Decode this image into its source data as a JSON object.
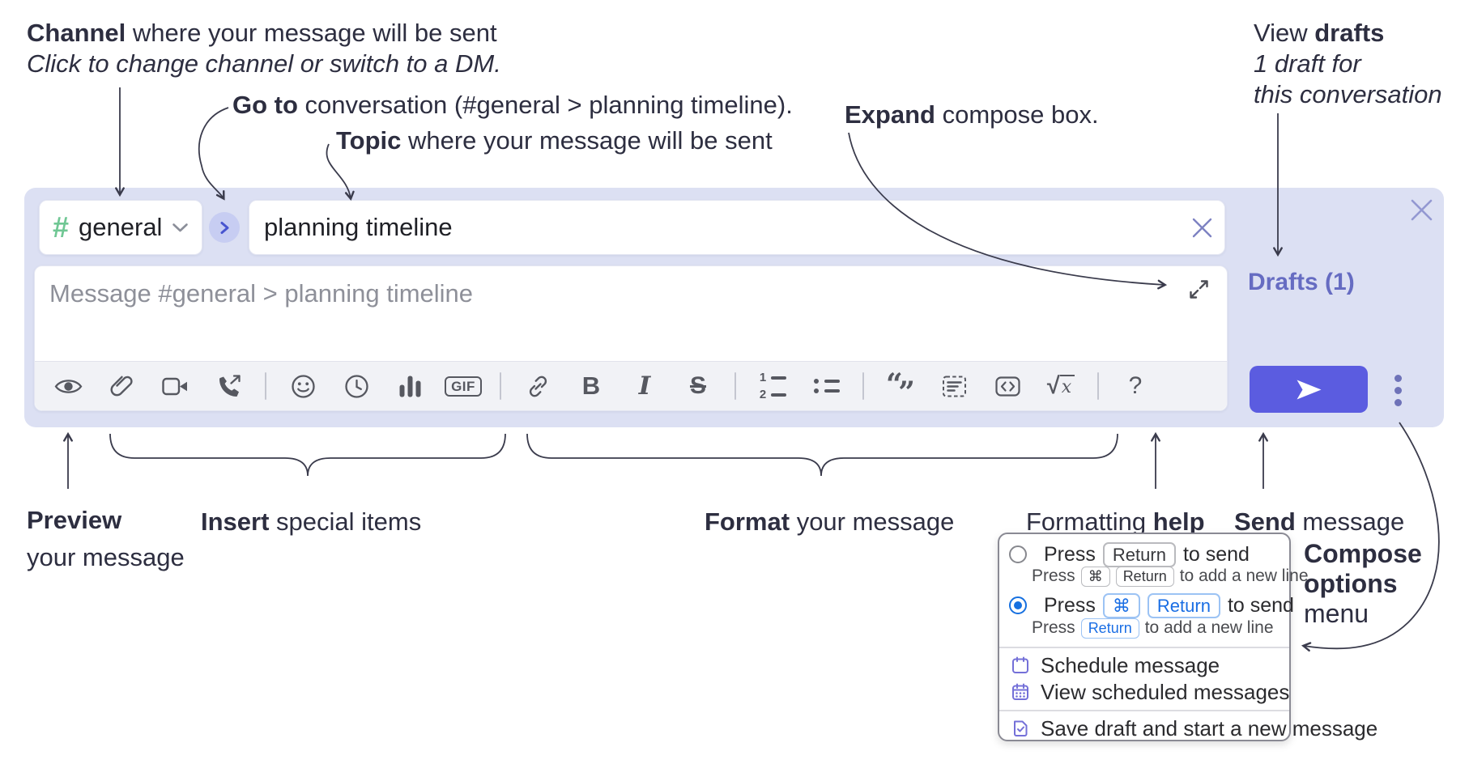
{
  "annotations": {
    "channel": {
      "bold": "Channel",
      "rest": " where your message will be sent",
      "italic_line": "Click to change channel or switch to a DM."
    },
    "goto": {
      "bold": "Go to",
      "rest": " conversation (#general > planning timeline)."
    },
    "topic": {
      "bold": "Topic",
      "rest": " where your message will be sent"
    },
    "expand": {
      "bold": "Expand",
      "rest": " compose box."
    },
    "view_drafts": {
      "line1_regular": "View ",
      "line1_bold": "drafts",
      "line2": "1 draft for",
      "line3": "this conversation"
    },
    "preview": {
      "bold": "Preview",
      "line2": "your message"
    },
    "insert": {
      "bold": "Insert",
      "rest": " special items"
    },
    "format": {
      "bold": "Format",
      "rest": " your message"
    },
    "help": {
      "regular": "Formatting ",
      "bold": "help"
    },
    "send": {
      "bold": "Send",
      "rest": " message"
    },
    "compose_options": {
      "line1": "Compose",
      "line2": "options",
      "line3": "menu"
    }
  },
  "compose": {
    "channel": {
      "hash": "#",
      "name": "general"
    },
    "topic": {
      "value": "planning timeline"
    },
    "message": {
      "placeholder": "Message #general > planning timeline"
    },
    "drafts_link": "Drafts (1)",
    "toolbar": {
      "bold": "B",
      "italic": "I",
      "strikethrough": "S",
      "gif": "GIF",
      "list_num1": "1",
      "list_num2": "2",
      "quote_open": "“",
      "quote_close": "”",
      "sqrt": "√",
      "sqrt_var": "x",
      "help": "?"
    }
  },
  "popup": {
    "option1": {
      "press": "Press",
      "key": "Return",
      "suffix": "to send",
      "sub_press": "Press",
      "sub_key_mod": "⌘",
      "sub_key": "Return",
      "sub_suffix": "to add a new line"
    },
    "option2": {
      "press": "Press",
      "key_mod": "⌘",
      "key": "Return",
      "suffix": "to send",
      "sub_press": "Press",
      "sub_key": "Return",
      "sub_suffix": "to add a new line"
    },
    "items": [
      {
        "label": "Schedule message"
      },
      {
        "label": "View scheduled messages"
      },
      {
        "label": "Save draft and start a new message"
      }
    ]
  },
  "colors": {
    "compose_bg": "#dce0f3",
    "accent_blue": "#5b5ce0",
    "link_purple": "#666cc2",
    "hash_green": "#70c794",
    "radio_blue": "#1670e0",
    "menu_icon_purple": "#7470d8",
    "annotation_ink": "#2d2e40"
  }
}
